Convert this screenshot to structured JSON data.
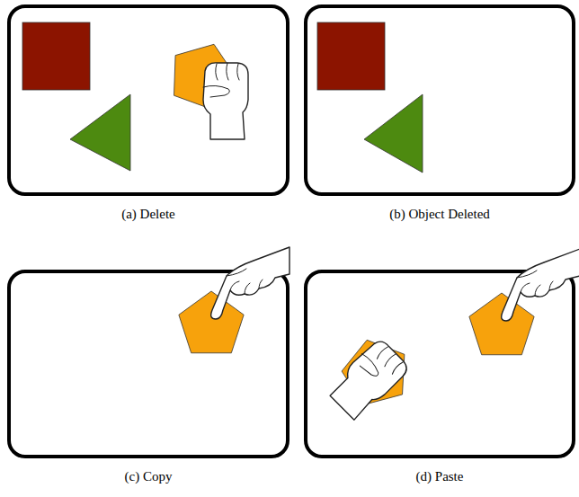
{
  "diagram": {
    "nodes": [
      {
        "text": [
          "(a) Delete"
        ]
      },
      {
        "text": [
          "(b) Object Deleted"
        ]
      },
      {
        "text": [
          "(c) Copy"
        ]
      },
      {
        "text": [
          "(d) Paste"
        ]
      }
    ]
  }
}
